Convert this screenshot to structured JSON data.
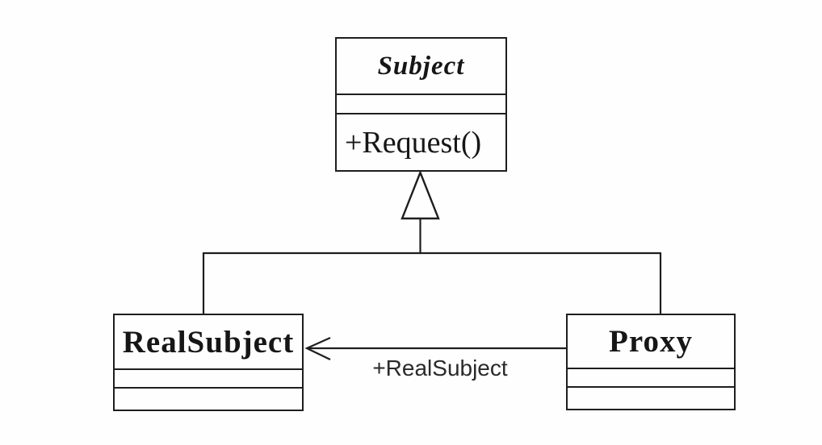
{
  "diagram": {
    "kind": "uml-class-diagram",
    "pattern": "Proxy",
    "classes": [
      {
        "name": "Subject",
        "stereotype": "abstract",
        "attributes": "",
        "methods": "+Request()"
      },
      {
        "name": "RealSubject",
        "attributes": "",
        "methods": ""
      },
      {
        "name": "Proxy",
        "attributes": "",
        "methods": ""
      }
    ],
    "relationships": [
      {
        "type": "generalization",
        "from": "RealSubject",
        "to": "Subject",
        "label": ""
      },
      {
        "type": "generalization",
        "from": "Proxy",
        "to": "Subject",
        "label": ""
      },
      {
        "type": "association",
        "from": "Proxy",
        "to": "RealSubject",
        "label": "+RealSubject"
      }
    ],
    "colors": {
      "line": "#1e1e1e",
      "background": "#fefefe",
      "text": "#161616"
    }
  }
}
